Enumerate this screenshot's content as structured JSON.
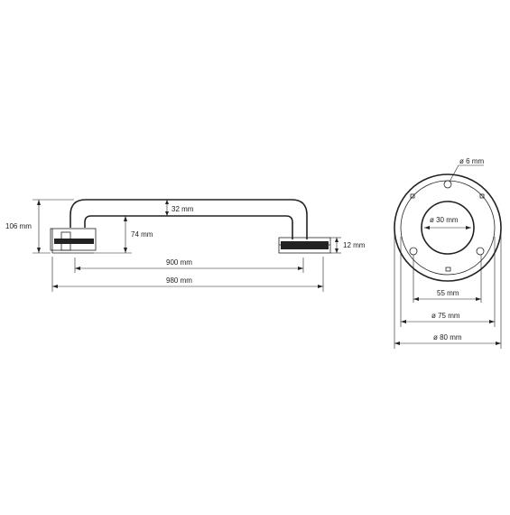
{
  "side_view": {
    "height_label": "106 mm",
    "offset_label": "74 mm",
    "bar_diameter_label": "32 mm",
    "flange_label": "12 mm",
    "inner_length_label": "900 mm",
    "total_length_label": "980 mm"
  },
  "flange_view": {
    "screw_hole_label": "ø 6 mm",
    "center_hole_label": "ø 30 mm",
    "hole_spacing_label": "55 mm",
    "inner_diameter_label": "ø 75 mm",
    "outer_diameter_label": "ø 80 mm"
  }
}
